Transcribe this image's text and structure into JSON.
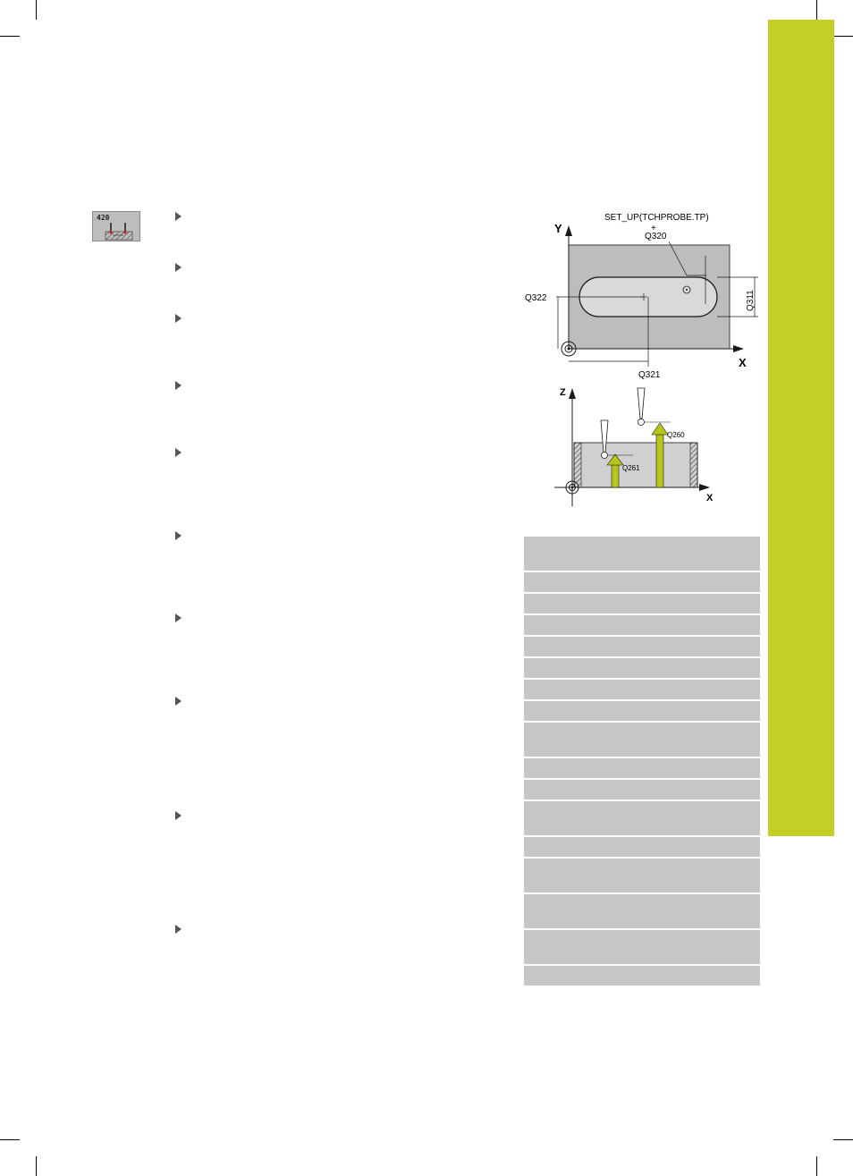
{
  "cycle_icon": {
    "number": "420"
  },
  "diagram_top": {
    "labels": {
      "setup": "SET_UP(TCHPROBE.TP)",
      "plus": "+",
      "q320": "Q320",
      "q322": "Q322",
      "q311": "Q311",
      "q321": "Q321",
      "axis_y": "Y",
      "axis_x": "X"
    },
    "colors": {
      "workpiece": "#bdbdbd",
      "slot": "#d9d9d9",
      "stroke": "#1a1a1a"
    }
  },
  "diagram_bottom": {
    "labels": {
      "axis_z": "Z",
      "axis_x": "X",
      "q260": "Q260",
      "q261": "Q261"
    },
    "colors": {
      "arrow": "#b5c71a",
      "workpiece": "#d0d0d0"
    }
  },
  "brand": {
    "accent": "#c3cf24"
  }
}
